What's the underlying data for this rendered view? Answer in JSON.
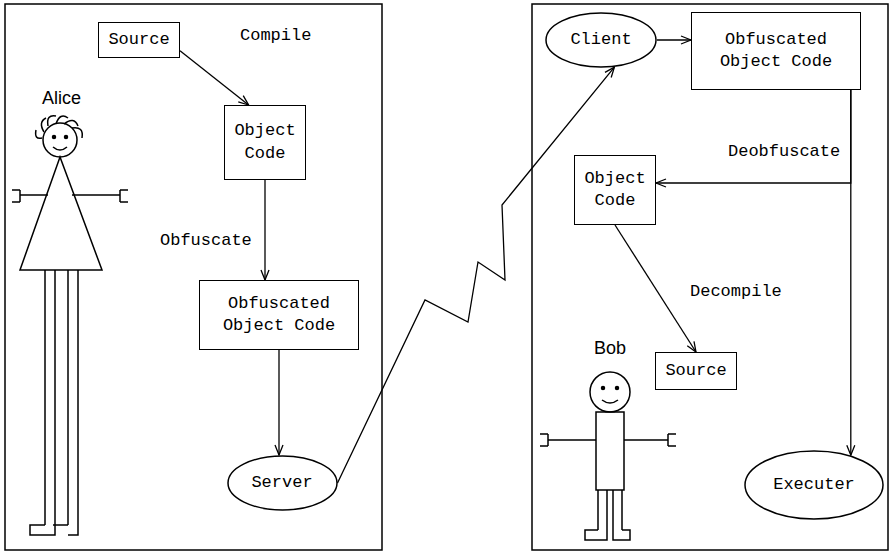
{
  "diagram": {
    "nodes": [
      {
        "text": [
          "Source"
        ]
      },
      {
        "text": [
          "Object Code"
        ]
      },
      {
        "text": [
          "Obfuscated Object Code"
        ]
      },
      {
        "text": [
          "Server"
        ]
      },
      {
        "text": [
          "Client"
        ]
      },
      {
        "text": [
          "Obfuscated Object Code"
        ]
      },
      {
        "text": [
          "Object Code"
        ]
      },
      {
        "text": [
          "Source"
        ]
      },
      {
        "text": [
          "Executer"
        ]
      }
    ],
    "edges": [
      {
        "from": 0,
        "to": 1,
        "label": "Compile",
        "arrow": "to"
      },
      {
        "from": 1,
        "to": 2,
        "label": "Obfuscate",
        "arrow": "to"
      },
      {
        "from": 2,
        "to": 3,
        "arrow": "to"
      },
      {
        "from": 3,
        "to": 4,
        "arrow": "to"
      },
      {
        "from": 4,
        "to": 5,
        "arrow": "to"
      },
      {
        "from": 5,
        "to": 6,
        "label": "Deobfuscate",
        "arrow": "to"
      },
      {
        "from": 5,
        "to": 8,
        "arrow": "to"
      },
      {
        "from": 6,
        "to": 7,
        "label": "Decompile",
        "arrow": "to"
      }
    ],
    "labels": [
      "Alice",
      "Bob"
    ]
  }
}
